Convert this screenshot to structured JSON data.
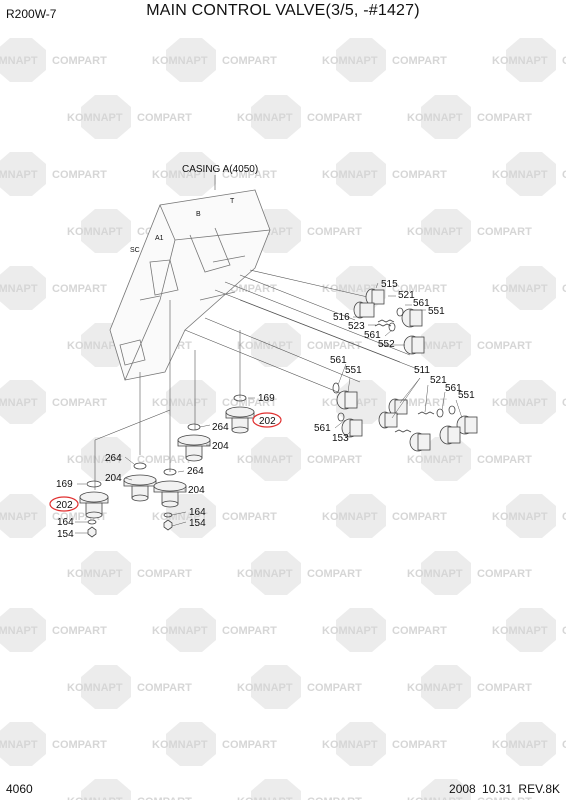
{
  "header": {
    "model": "R200W-7",
    "title": "MAIN CONTROL VALVE(3/5, -#1427)"
  },
  "footer": {
    "page": "4060",
    "date_rev": "2008 10.31 REV.8K"
  },
  "watermark": {
    "left_text": "KOMNAPT",
    "right_text": "COMPART",
    "color": "#d6d6d6"
  },
  "diagram": {
    "casing_label": "CASING A(4050)",
    "casing_marks": [
      "A1",
      "SC",
      "B",
      "T"
    ],
    "part_labels": {
      "p515": "515",
      "p521a": "521",
      "p561a": "561",
      "p551a": "551",
      "p516": "516",
      "p523": "523",
      "p561b": "561",
      "p552": "552",
      "p561c": "561",
      "p551b": "551",
      "p511": "511",
      "p521b": "521",
      "p561d": "561",
      "p551c": "551",
      "p561e": "561",
      "p153": "153",
      "p169a": "169",
      "p202a": "202",
      "p264a": "264",
      "p204a": "204",
      "p264b": "264",
      "p204b": "204",
      "p264c": "264",
      "p204c": "204",
      "p169b": "169",
      "p202b": "202",
      "p164a": "164",
      "p154a": "154",
      "p164b": "164",
      "p154b": "154"
    },
    "highlight_color": "#e03030"
  }
}
